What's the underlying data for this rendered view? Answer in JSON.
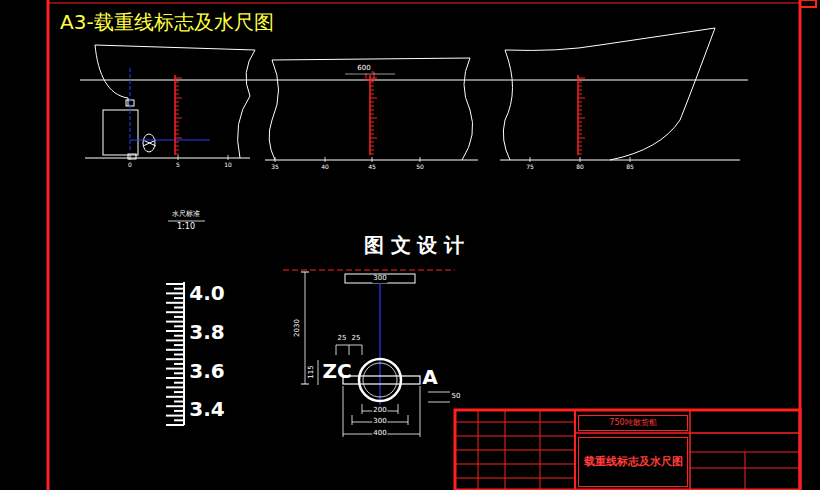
{
  "diagram": {
    "title": "A3-载重线标志及水尺图",
    "nodes": [
      {
        "text": [
          "750吨散货船"
        ]
      },
      {
        "text": [
          "载重线标志及水尺图"
        ]
      }
    ],
    "labels": [
      "600",
      "0",
      "5",
      "10",
      "35",
      "40",
      "45",
      "50",
      "75",
      "80",
      "85",
      "水尺标准",
      "1:10",
      "图 文 设 计",
      "4.0",
      "3.8",
      "3.6",
      "3.4",
      "300",
      "2030",
      "25",
      "25",
      "ZC",
      "A",
      "115",
      "200",
      "300",
      "400",
      "50"
    ]
  }
}
